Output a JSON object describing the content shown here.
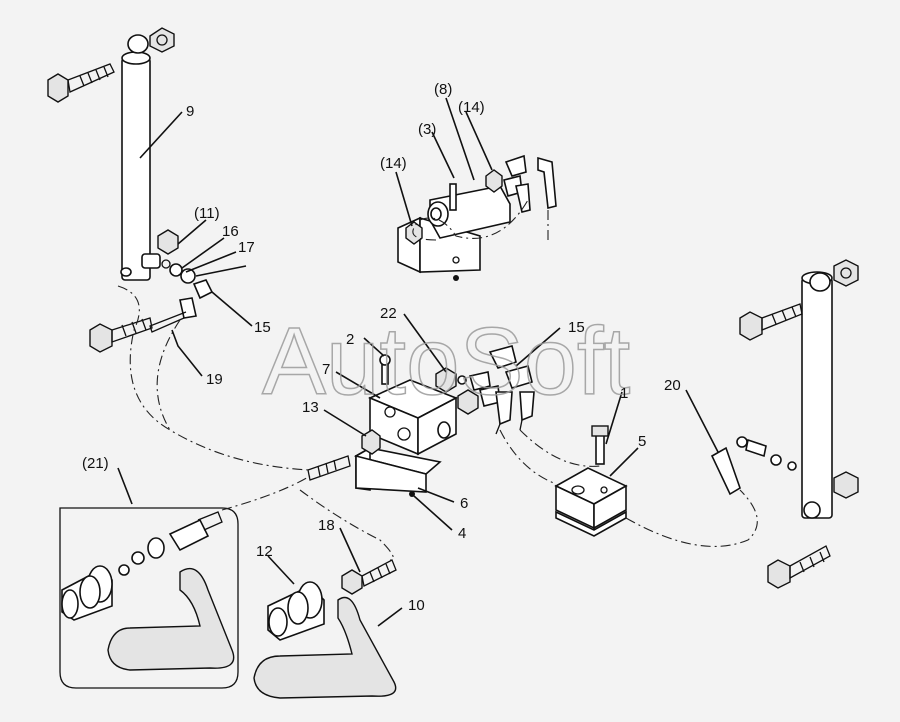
{
  "watermark": "AutoSoft",
  "labels": {
    "l1": "1",
    "l2": "2",
    "l3": "(3)",
    "l4": "4",
    "l5": "5",
    "l6": "6",
    "l7": "7",
    "l8": "(8)",
    "l9": "9",
    "l10": "10",
    "l11": "(11)",
    "l12": "12",
    "l13": "13",
    "l14a": "(14)",
    "l14b": "(14)",
    "l15a": "15",
    "l15b": "15",
    "l16": "16",
    "l17": "17",
    "l18": "18",
    "l19": "19",
    "l20": "20",
    "l21": "(21)",
    "l22": "22"
  }
}
